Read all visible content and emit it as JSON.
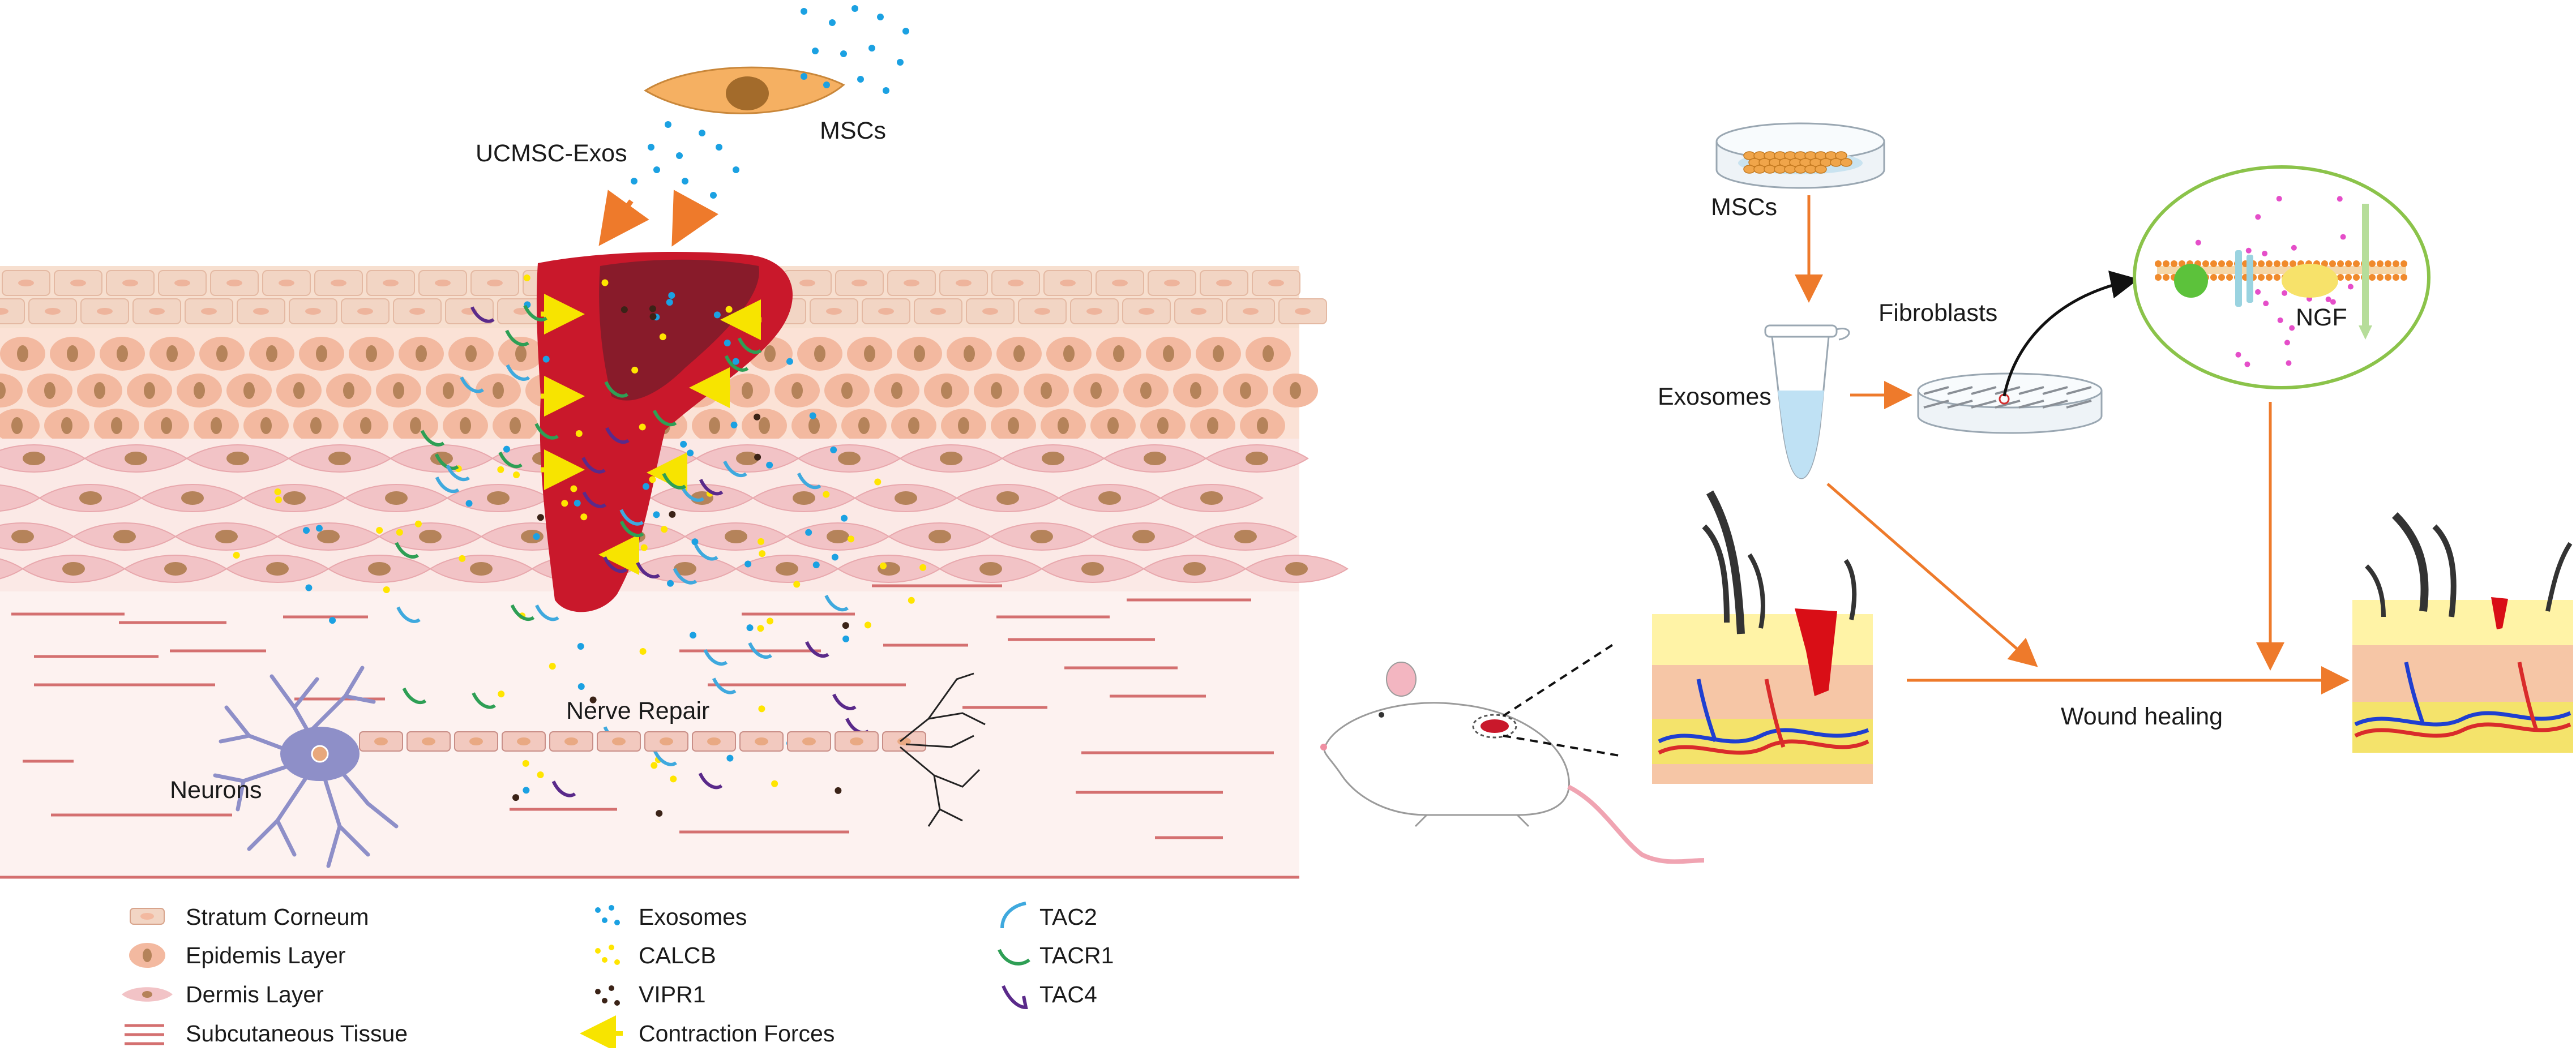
{
  "left_panel": {
    "labels": {
      "mscs": "MSCs",
      "exos": "UCMSC-Exos",
      "nerve_repair": "Nerve Repair",
      "neurons": "Neurons"
    }
  },
  "legend": {
    "items": [
      {
        "key": "stratum",
        "label": "Stratum Corneum"
      },
      {
        "key": "epidermis",
        "label": "Epidemis Layer"
      },
      {
        "key": "dermis",
        "label": "Dermis Layer"
      },
      {
        "key": "subcut",
        "label": "Subcutaneous Tissue"
      },
      {
        "key": "exosomes",
        "label": "Exosomes"
      },
      {
        "key": "calcb",
        "label": "CALCB"
      },
      {
        "key": "vipr1",
        "label": "VIPR1"
      },
      {
        "key": "contraction",
        "label": "Contraction Forces"
      },
      {
        "key": "tac2",
        "label": "TAC2"
      },
      {
        "key": "tacr1",
        "label": "TACR1"
      },
      {
        "key": "tac4",
        "label": "TAC4"
      }
    ]
  },
  "right_panel": {
    "labels": {
      "mscs": "MSCs",
      "exosomes": "Exosomes",
      "fibroblasts": "Fibroblasts",
      "ngf": "NGF",
      "wound_healing": "Wound healing"
    }
  },
  "colors": {
    "stratum": "#f2d5c4",
    "epidermis_cell": "#f3b9a0",
    "nucleus": "#b5835a",
    "dermis": "#f2c3c6",
    "subcut_line": "#d47070",
    "wound": "#c9182b",
    "wound_dark": "#7c1c2a",
    "exosome": "#1ba1e2",
    "calcb": "#ffe500",
    "vipr1": "#3b2317",
    "arrow_orange": "#ee7a2b",
    "contraction": "#f7e400",
    "tac2": "#3fa9de",
    "tacr1": "#2e9f55",
    "tac4": "#5a2a8a",
    "neuron": "#8e8fc8",
    "membrane": "#f08a2c",
    "ngf_circle": "#8bc34a"
  }
}
